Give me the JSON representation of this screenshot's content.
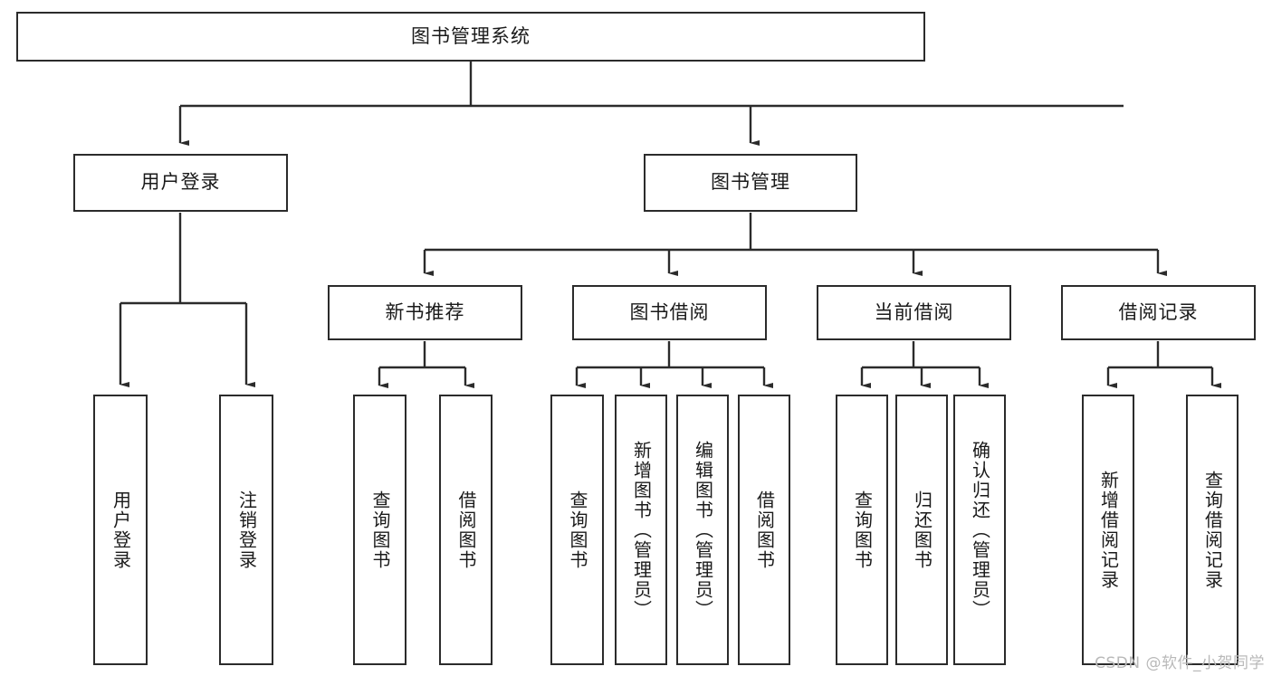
{
  "diagram": {
    "type": "tree-hierarchy",
    "title": "图书管理系统",
    "watermark": "CSDN @软件_小贺同学",
    "colors": {
      "stroke": "#2b2b2b",
      "fill": "#ffffff",
      "text": "#1a1a1a",
      "watermark": "#b9b9b9"
    },
    "nodes": {
      "root": {
        "label": "图书管理系统"
      },
      "level2": [
        {
          "id": "user-login",
          "label": "用户登录"
        },
        {
          "id": "book-manage",
          "label": "图书管理"
        }
      ],
      "level3": [
        {
          "id": "new-book-recommend",
          "label": "新书推荐"
        },
        {
          "id": "book-borrow",
          "label": "图书借阅"
        },
        {
          "id": "current-borrow",
          "label": "当前借阅"
        },
        {
          "id": "borrow-record",
          "label": "借阅记录"
        }
      ],
      "leaves": [
        {
          "id": "leaf-user-login",
          "label": "用户登录",
          "parent": "user-login"
        },
        {
          "id": "leaf-logout",
          "label": "注销登录",
          "parent": "user-login"
        },
        {
          "id": "leaf-query-book-1",
          "label": "查询图书",
          "parent": "new-book-recommend"
        },
        {
          "id": "leaf-borrow-book-1",
          "label": "借阅图书",
          "parent": "new-book-recommend"
        },
        {
          "id": "leaf-query-book-2",
          "label": "查询图书",
          "parent": "book-borrow"
        },
        {
          "id": "leaf-add-book",
          "label": "新增图书（管理员）",
          "parent": "book-borrow"
        },
        {
          "id": "leaf-edit-book",
          "label": "编辑图书（管理员）",
          "parent": "book-borrow"
        },
        {
          "id": "leaf-borrow-book-2",
          "label": "借阅图书",
          "parent": "book-borrow"
        },
        {
          "id": "leaf-query-book-3",
          "label": "查询图书",
          "parent": "current-borrow"
        },
        {
          "id": "leaf-return-book",
          "label": "归还图书",
          "parent": "current-borrow"
        },
        {
          "id": "leaf-confirm-return",
          "label": "确认归还（管理员）",
          "parent": "current-borrow"
        },
        {
          "id": "leaf-add-record",
          "label": "新增借阅记录",
          "parent": "borrow-record"
        },
        {
          "id": "leaf-query-record",
          "label": "查询借阅记录",
          "parent": "borrow-record"
        }
      ]
    }
  }
}
